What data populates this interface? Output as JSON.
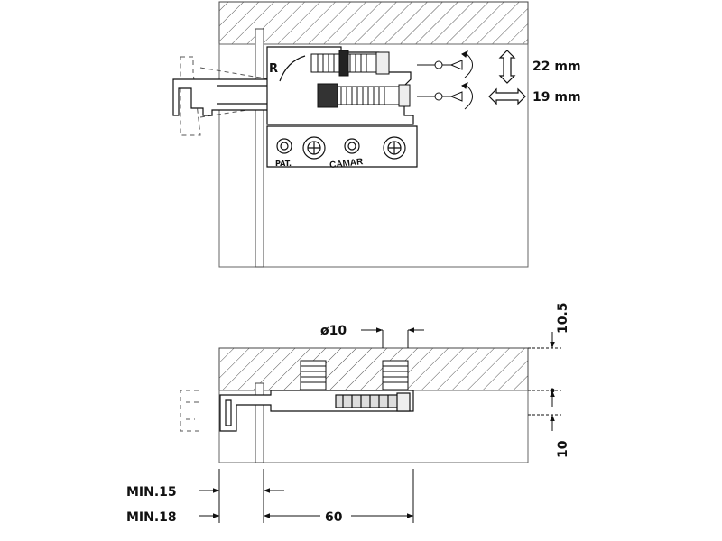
{
  "top_view": {
    "side_marker": "R",
    "brand": "CAMAR",
    "patent": "PAT.",
    "adjustments": [
      {
        "value": "22 mm",
        "direction": "vertical",
        "arrow_icon": "double-arrow-vertical-icon",
        "tool_icon": "phillips-screwdriver-icon"
      },
      {
        "value": "19 mm",
        "direction": "horizontal",
        "arrow_icon": "double-arrow-horizontal-icon",
        "tool_icon": "phillips-screwdriver-icon"
      }
    ]
  },
  "side_view": {
    "dim_diameter": "ø10",
    "dim_vertical_top": "10.5",
    "dim_vertical_bottom": "10",
    "dim_min_15": "MIN.15",
    "dim_min_18": "MIN.18",
    "dim_length": "60"
  }
}
